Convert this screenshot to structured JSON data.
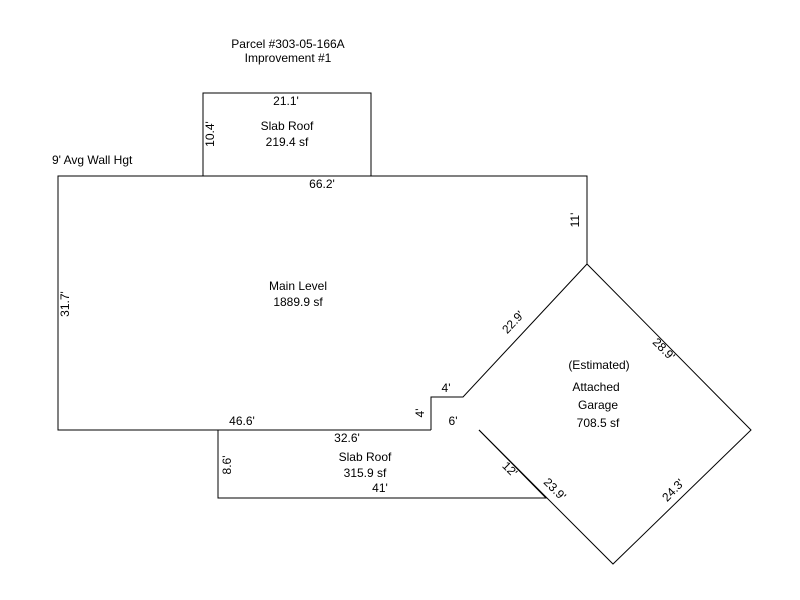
{
  "header": {
    "parcel": "Parcel #303-05-166A",
    "improvement": "Improvement #1"
  },
  "wall_height_note": "9' Avg Wall Hgt",
  "areas": {
    "slab_roof_top": {
      "name": "Slab Roof",
      "area": "219.4 sf"
    },
    "main_level": {
      "name": "Main Level",
      "area": "1889.9 sf"
    },
    "garage": {
      "note": "(Estimated)",
      "name_line1": "Attached",
      "name_line2": "Garage",
      "area": "708.5 sf"
    },
    "slab_roof_bottom": {
      "name": "Slab Roof",
      "area": "315.9 sf"
    }
  },
  "dimensions": {
    "slab_top_width": "21.1'",
    "slab_top_height": "10.4'",
    "main_top": "66.2'",
    "main_right_upper": "11'",
    "main_left": "31.7'",
    "diag_upper": "22.9'",
    "notch_top": "4'",
    "notch_side": "4'",
    "notch_bottom": "6'",
    "main_bottom_left": "46.6'",
    "slab_bottom_top": "32.6'",
    "slab_bottom_left": "8.6'",
    "slab_bottom_diag": "12'",
    "slab_bottom_bottom": "41'",
    "garage_upper_right": "28.9'",
    "garage_lower_right": "24.3'",
    "garage_lower_left": "23.9'"
  },
  "colors": {
    "line": "#000000",
    "background": "#ffffff"
  }
}
